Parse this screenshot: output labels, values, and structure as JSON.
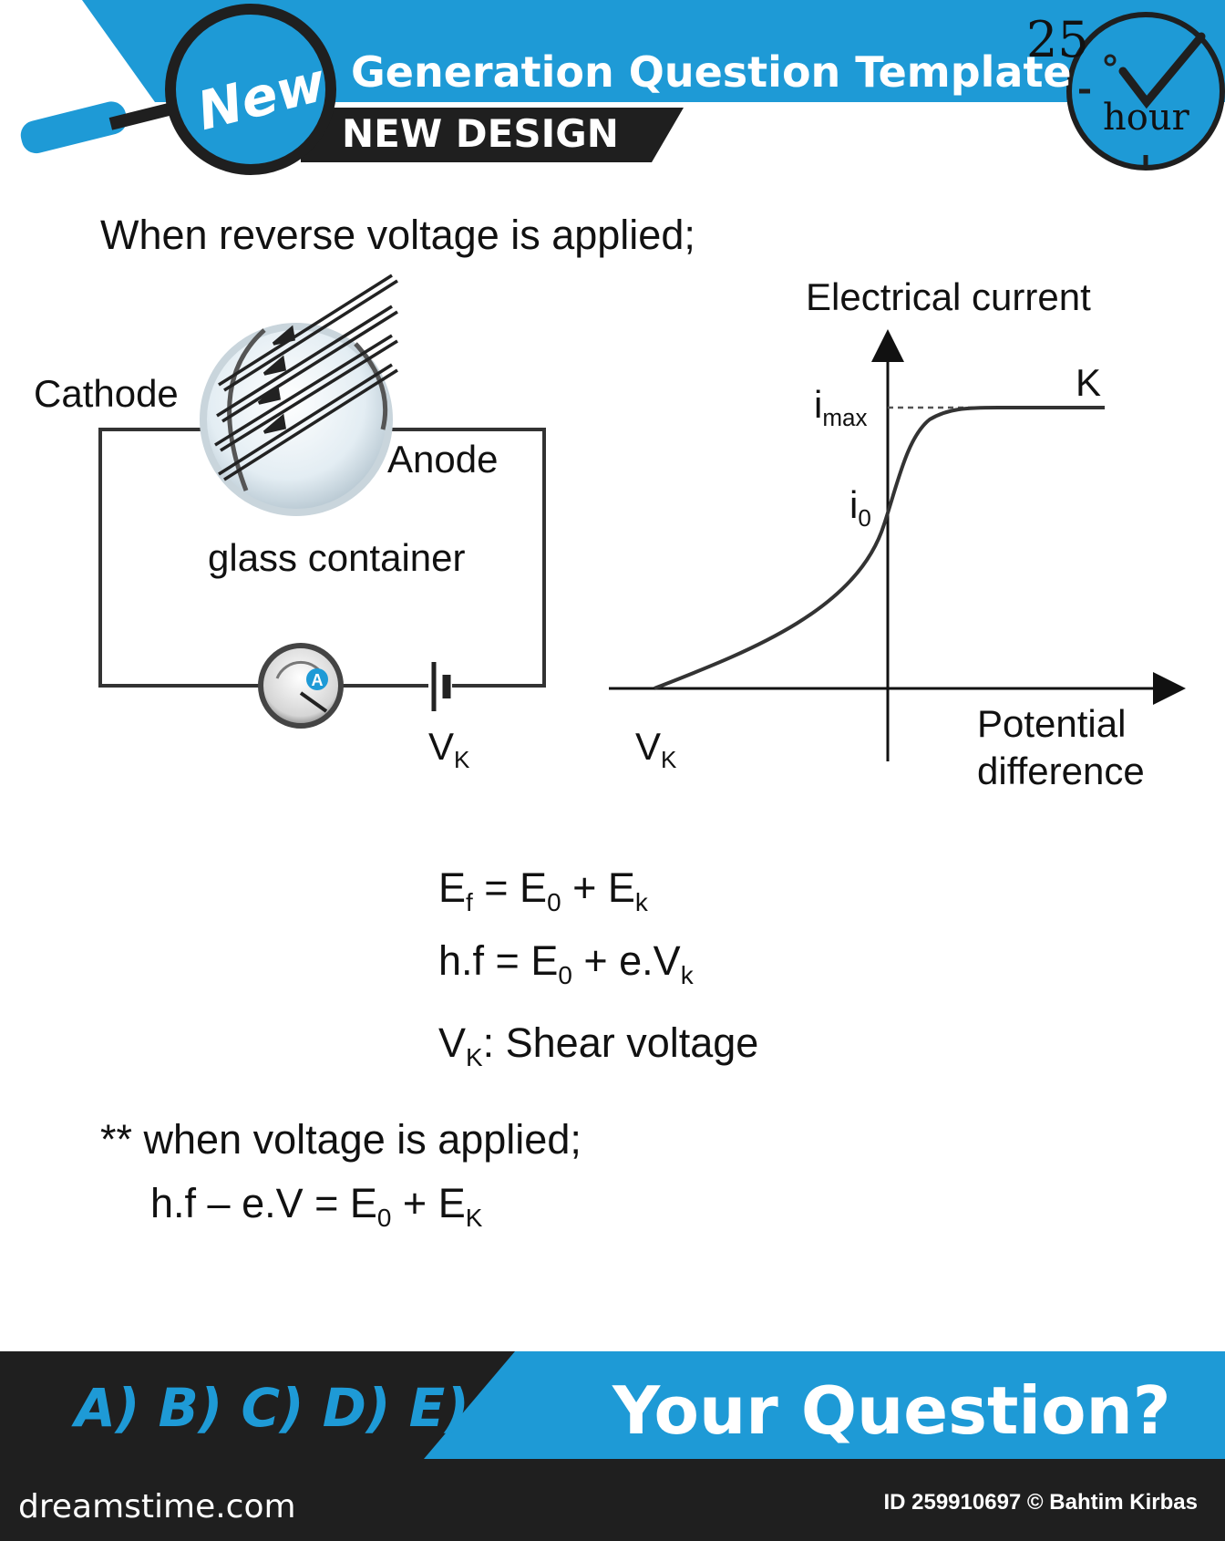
{
  "header": {
    "badge": "New",
    "title": "Generation Question Template",
    "subtitle": "NEW DESIGN",
    "clock_number": "25",
    "clock_unit": "hour"
  },
  "intro": "When reverse voltage is applied;",
  "circuit": {
    "cathode_label": "Cathode",
    "anode_label": "Anode",
    "container_label": "glass container",
    "ammeter_symbol": "A",
    "voltage_main": "V",
    "voltage_sub": "K"
  },
  "graph": {
    "y_axis_label": "Electrical current",
    "x_axis_label_line1": "Potential",
    "x_axis_label_line2": "difference",
    "curve_end_label": "K",
    "imax_main": "i",
    "imax_sub": "max",
    "i0_main": "i",
    "i0_sub": "0",
    "vk_main": "V",
    "vk_sub": "K"
  },
  "equations": {
    "eq1": {
      "a": "E",
      "a_sub": "f",
      "b": " = E",
      "b_sub": "0",
      "c": " + E",
      "c_sub": "k"
    },
    "eq2": {
      "a": "h.f = E",
      "a_sub": "0",
      "b": " + e.V",
      "b_sub": "k"
    },
    "eq3": {
      "a": "V",
      "a_sub": "K",
      "b": ": Shear voltage"
    }
  },
  "note": {
    "heading": "** when voltage is applied;",
    "eq": {
      "a": "h.f – e.V = E",
      "a_sub": "0",
      "b": " + E",
      "b_sub": "K"
    }
  },
  "footer": {
    "answers": "A) B) C) D) E)",
    "question": "Your Question?",
    "brand": "dreamstime.com",
    "credit": "ID 259910697 © Bahtim Kirbas"
  },
  "colors": {
    "brand_blue": "#1e9ad6",
    "dark": "#1f1f1f",
    "text": "#111111"
  },
  "icons": [
    "magnifier-icon",
    "clock-check-icon",
    "ammeter-icon",
    "battery-icon",
    "light-ray-arrow-icon"
  ]
}
